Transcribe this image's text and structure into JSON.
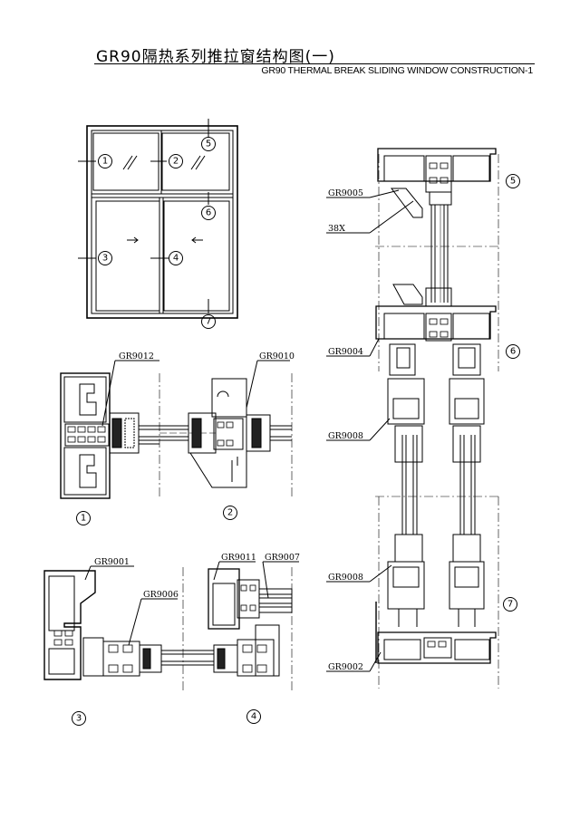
{
  "header": {
    "title_cn": "GR90隔热系列推拉窗结构图(一)",
    "title_en": "GR90 THERMAL BREAK SLIDING WINDOW CONSTRUCTION-1"
  },
  "callouts": {
    "c1": "1",
    "c2": "2",
    "c3": "3",
    "c4": "4",
    "c5": "5",
    "c6": "6",
    "c7": "7"
  },
  "profiles": {
    "gr9012": "GR9012",
    "gr9010": "GR9010",
    "gr9001": "GR9001",
    "gr9006": "GR9006",
    "gr9011": "GR9011",
    "gr9007": "GR9007",
    "gr9005": "GR9005",
    "x38": "38X",
    "gr9004": "GR9004",
    "gr9008a": "GR9008",
    "gr9008b": "GR9008",
    "gr9002": "GR9002"
  }
}
